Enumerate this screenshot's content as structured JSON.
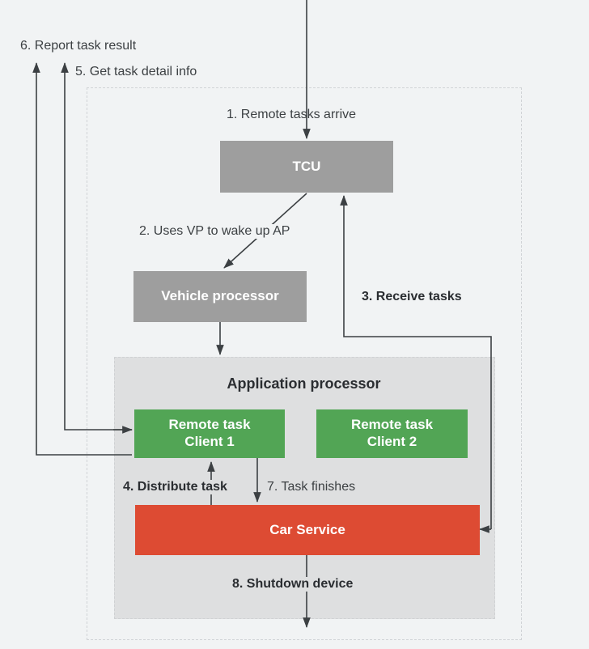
{
  "diagram": {
    "title": "Remote task flow between TCU, Vehicle processor and Application processor",
    "background_color": "#f1f3f4",
    "colors": {
      "grey_box": "#9e9e9e",
      "green_box": "#52a555",
      "red_box": "#dd4b33",
      "panel_fill": "#dedfe0",
      "dashed_border": "#d0d3d6",
      "line": "#3c4043",
      "text_dark": "#3c4043",
      "text_light": "#ffffff"
    },
    "nodes": {
      "tcu": "TCU",
      "vehicle_processor": "Vehicle processor",
      "application_processor": "Application processor",
      "remote_task_client_1_line1": "Remote task",
      "remote_task_client_1_line2": "Client  1",
      "remote_task_client_2_line1": "Remote task",
      "remote_task_client_2_line2": "Client 2",
      "car_service": "Car Service"
    },
    "steps": [
      {
        "id": 1,
        "label": "1. Remote tasks arrive",
        "bold": false
      },
      {
        "id": 2,
        "label": "2. Uses VP to wake up AP",
        "bold": false
      },
      {
        "id": 3,
        "label": "3. Receive tasks",
        "bold": true
      },
      {
        "id": 4,
        "label": "4. Distribute task",
        "bold": true
      },
      {
        "id": 5,
        "label": "5. Get task detail info",
        "bold": false
      },
      {
        "id": 6,
        "label": "6. Report task result",
        "bold": false
      },
      {
        "id": 7,
        "label": "7. Task finishes",
        "bold": false
      },
      {
        "id": 8,
        "label": "8. Shutdown device",
        "bold": true
      }
    ]
  }
}
